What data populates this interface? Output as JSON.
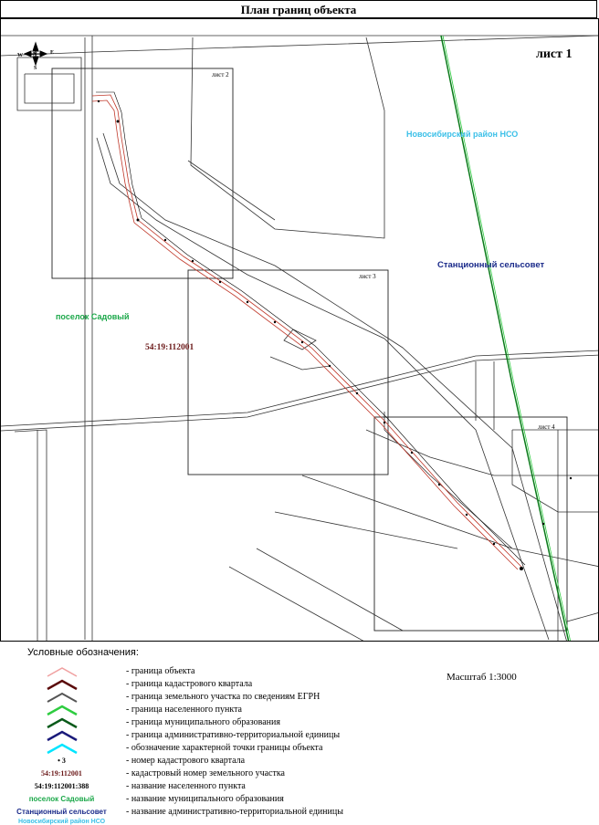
{
  "title": "План границ объекта",
  "sheet_label": "лист 1",
  "compass": {
    "n": "N",
    "s": "S",
    "e": "E",
    "w": "W"
  },
  "inset_sheets": [
    "лист 2",
    "лист 3",
    "лист 4"
  ],
  "labels": {
    "raion": "Новосибирский район НСО",
    "selsovet": "Станционный сельсовет",
    "settlement": "поселок Садовый",
    "quarter": "54:19:112001"
  },
  "colors": {
    "object_boundary": "#f08080",
    "quarter_boundary": "#5a0a0a",
    "parcel_boundary": "#555555",
    "settlement_boundary": "#2ecc40",
    "municipal_boundary": "#0a7a1a",
    "admin_boundary": "#1a2a8a",
    "raion_color": "#3cc0e8"
  },
  "legend": {
    "title": "Условные обозначения:",
    "scale": "Масштаб 1:3000",
    "items": [
      {
        "text": "- граница объекта",
        "color": "#f0a0a0"
      },
      {
        "text": "- граница кадастрового квартала",
        "color": "#5a0a0a"
      },
      {
        "text": "- граница земельного участка по сведениям ЕГРН",
        "color": "#555555"
      },
      {
        "text": "- граница населенного пункта",
        "color": "#2ecc40"
      },
      {
        "text": "- граница муниципального образования",
        "color": "#0a5a1a"
      },
      {
        "text": "- граница административно-территориальной единицы",
        "color": "#1a1a7a"
      },
      {
        "text": "- обозначение характерной точки границы объекта",
        "color": "#00e5ff"
      },
      {
        "text": "- номер кадастрового квартала",
        "sample": "• 3"
      },
      {
        "text": "- кадастровый номер земельного участка",
        "sample": "54:19:112001"
      },
      {
        "text": "- название населенного пункта",
        "sample": "54:19:112001:388"
      },
      {
        "text": "- название муниципального образования",
        "sample": "поселок Садовый"
      },
      {
        "text": "- название административно-территориальной единицы",
        "sample": "Станционный сельсовет"
      }
    ],
    "extra_sample": "Новосибирский район НСО"
  }
}
